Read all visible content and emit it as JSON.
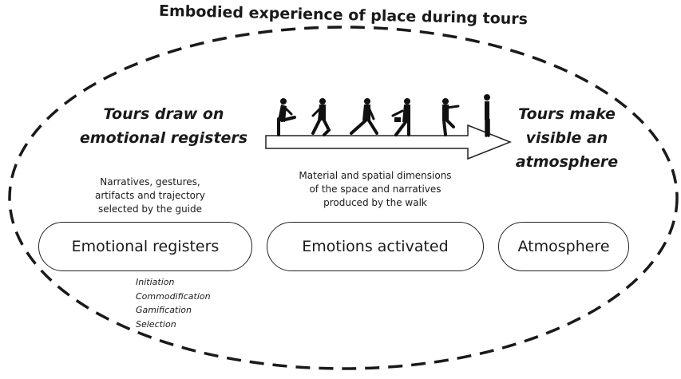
{
  "title": "Embodied experience of place during tours",
  "left_heading": [
    "Tours draw on",
    "emotional registers"
  ],
  "right_heading": [
    "Tours make",
    "visible an",
    "atmosphere"
  ],
  "left_note": [
    "Narratives, gestures,",
    "artifacts and trajectory",
    "selected by the guide"
  ],
  "center_note": [
    "Material and spatial dimensions",
    "of the space and narratives",
    "produced by the walk"
  ],
  "boxes": {
    "emotional_registers": "Emotional registers",
    "emotions_activated": "Emotions activated",
    "atmosphere": "Atmosphere"
  },
  "register_types": [
    "Initiation",
    "Commodification",
    "Gamification",
    "Selection"
  ],
  "colors": {
    "stroke": "#1a1a1a",
    "walker": "#111111",
    "background": "#ffffff"
  }
}
